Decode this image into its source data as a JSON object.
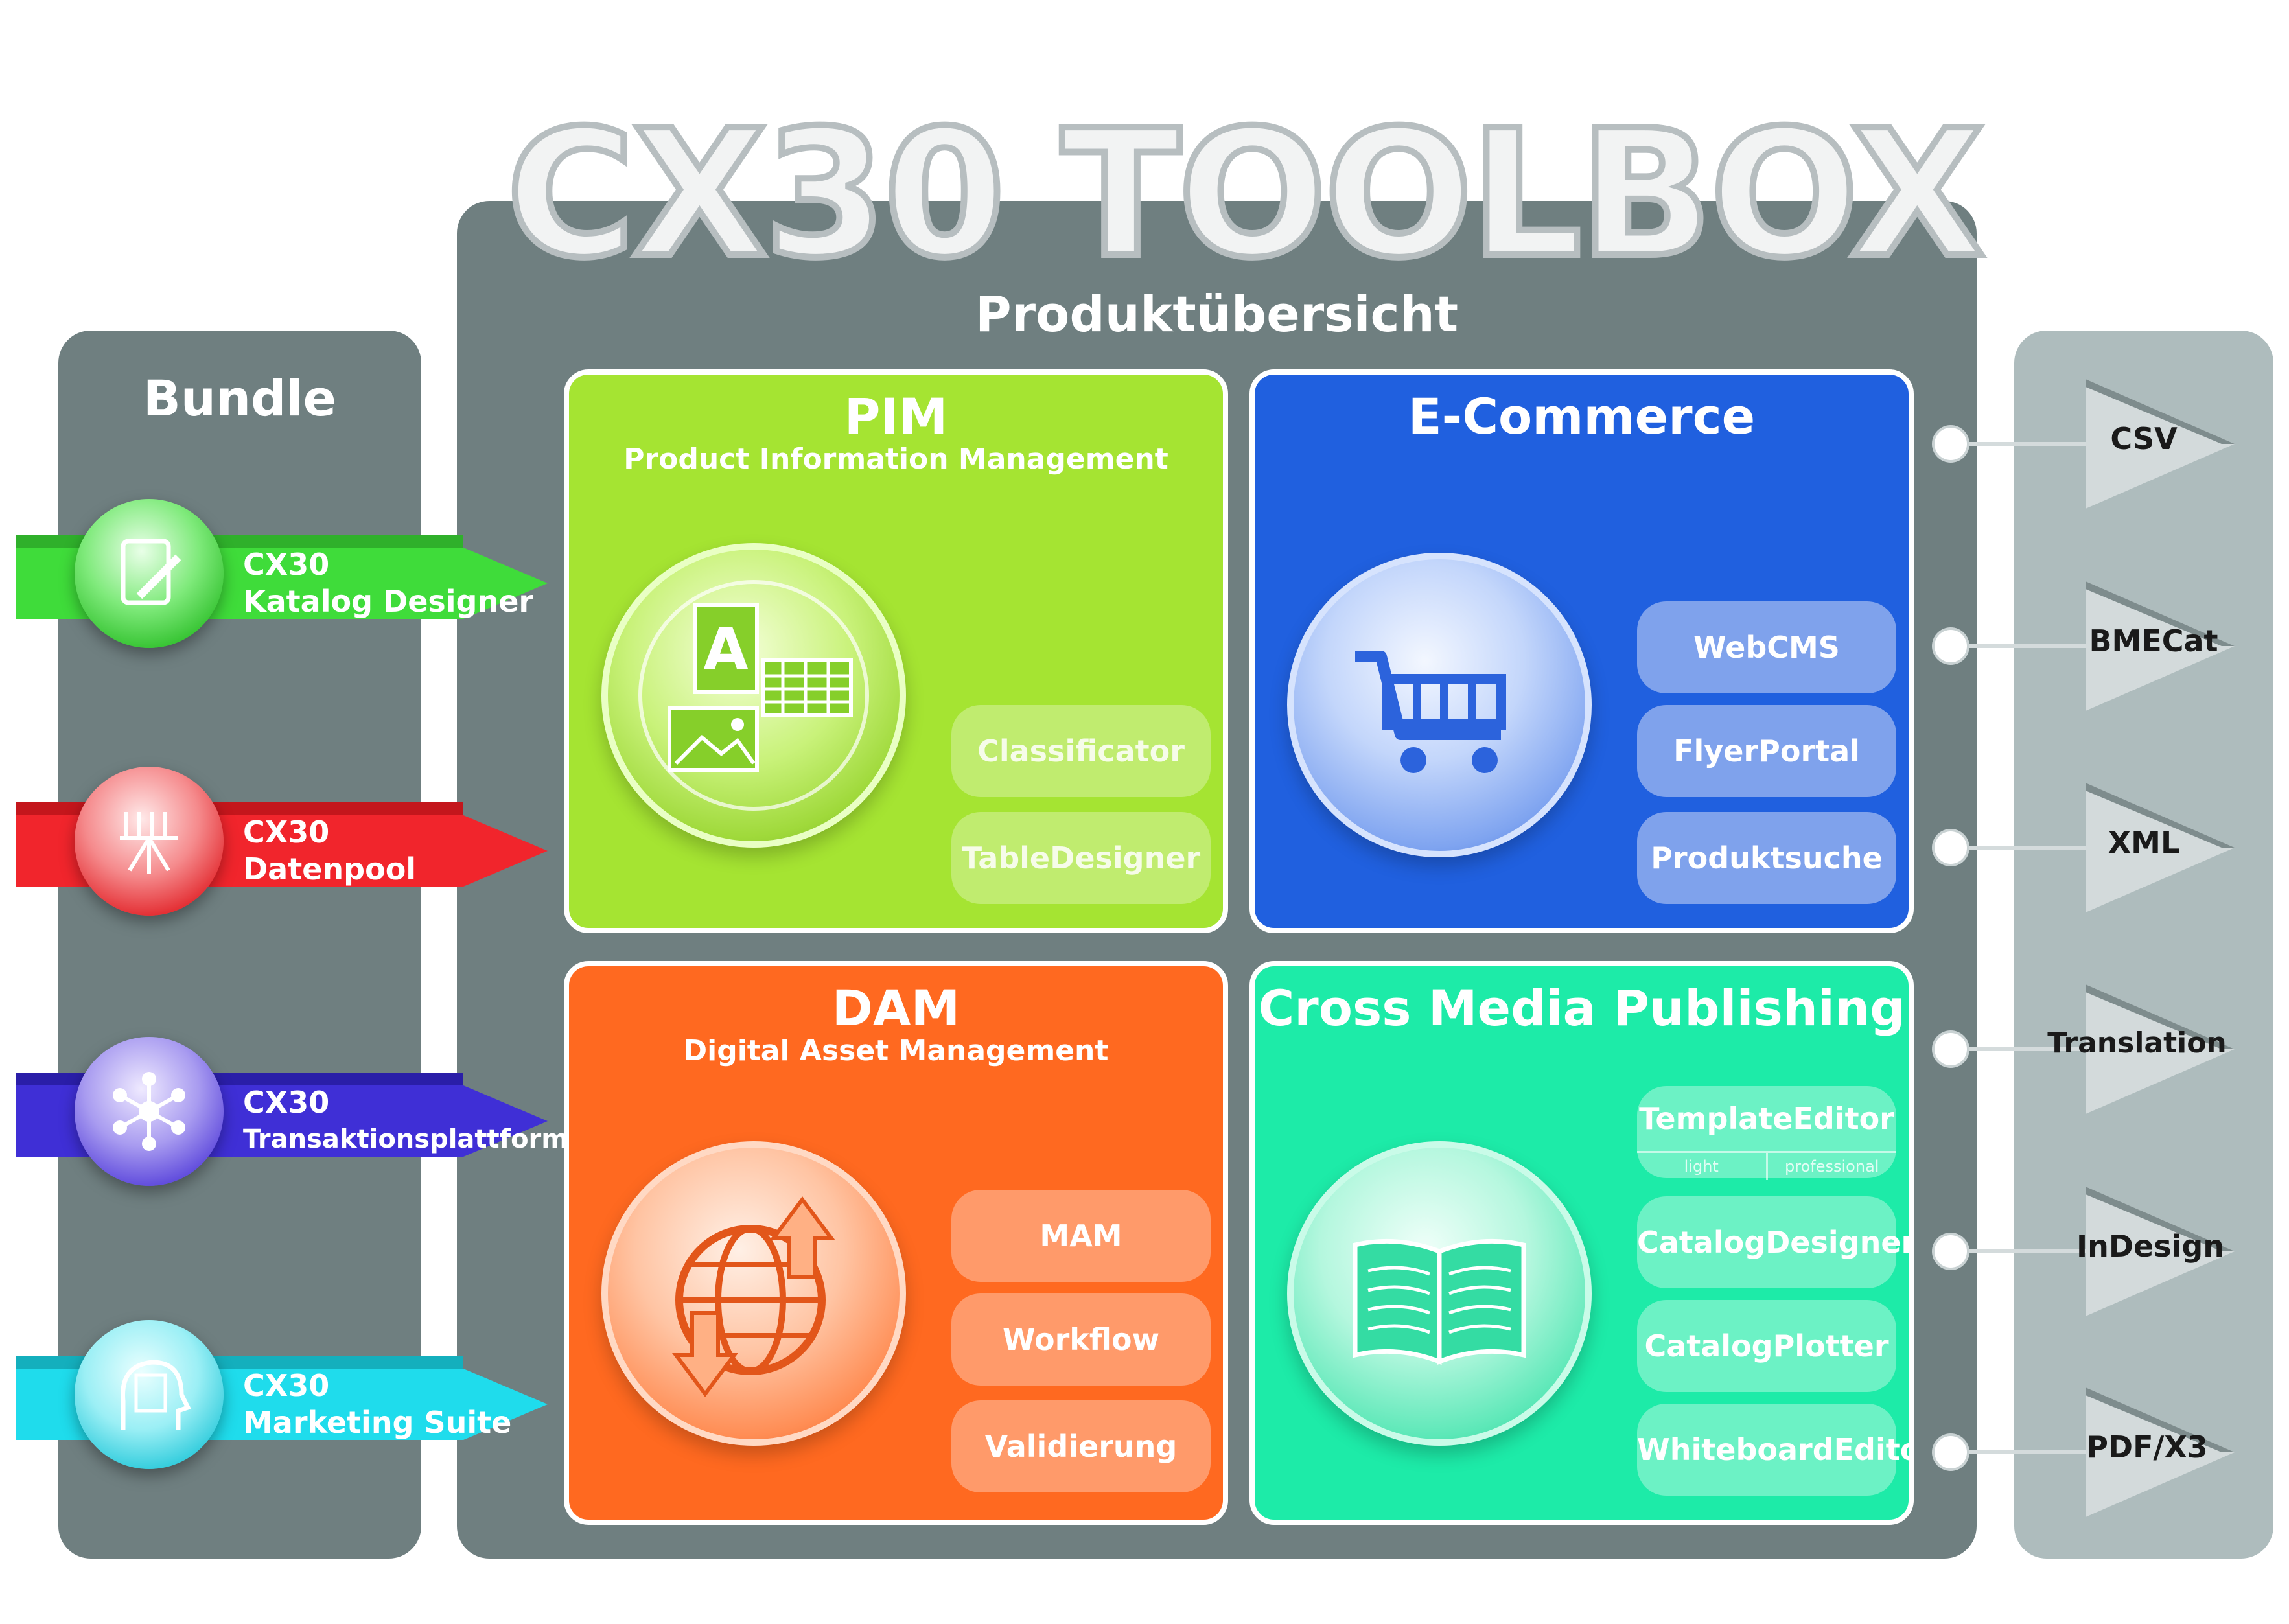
{
  "title": "CX30 TOOLBOX",
  "subtitle": "Produktübersicht",
  "bundle": {
    "title": "Bundle",
    "items": [
      {
        "line1": "CX30",
        "line2": "Katalog Designer",
        "color": "#3fdc3a"
      },
      {
        "line1": "CX30",
        "line2": "Datenpool",
        "color": "#f1252c"
      },
      {
        "line1": "CX30",
        "line2": "Transaktionsplattform",
        "color": "#3f2fd6"
      },
      {
        "line1": "CX30",
        "line2": "Marketing Suite",
        "color": "#1fdcec"
      }
    ]
  },
  "products": {
    "pim": {
      "title": "PIM",
      "subtitle": "Product Information Management",
      "features": [
        "Classificator",
        "TableDesigner"
      ]
    },
    "ecommerce": {
      "title": "E-Commerce",
      "features": [
        "WebCMS",
        "FlyerPortal",
        "Produktsuche"
      ]
    },
    "dam": {
      "title": "DAM",
      "subtitle": "Digital Asset Management",
      "features": [
        "MAM",
        "Workflow",
        "Validierung"
      ]
    },
    "cmp": {
      "title": "Cross Media Publishing",
      "template_editor": {
        "label": "TemplateEditor",
        "variants": [
          "light",
          "professional"
        ]
      },
      "features": [
        "CatalogDesigner",
        "CatalogPlotter",
        "WhiteboardEditor"
      ]
    }
  },
  "formats": [
    "CSV",
    "BMECat",
    "XML",
    "Translation",
    "InDesign",
    "PDF/X3"
  ],
  "icons": {
    "pim": "document-image-table-icon",
    "ecommerce": "shopping-cart-icon",
    "dam": "globe-arrows-icon",
    "cmp": "open-book-icon",
    "bundle": [
      "notepad-pencil-icon",
      "data-filter-icon",
      "network-hub-icon",
      "head-document-icon"
    ]
  }
}
